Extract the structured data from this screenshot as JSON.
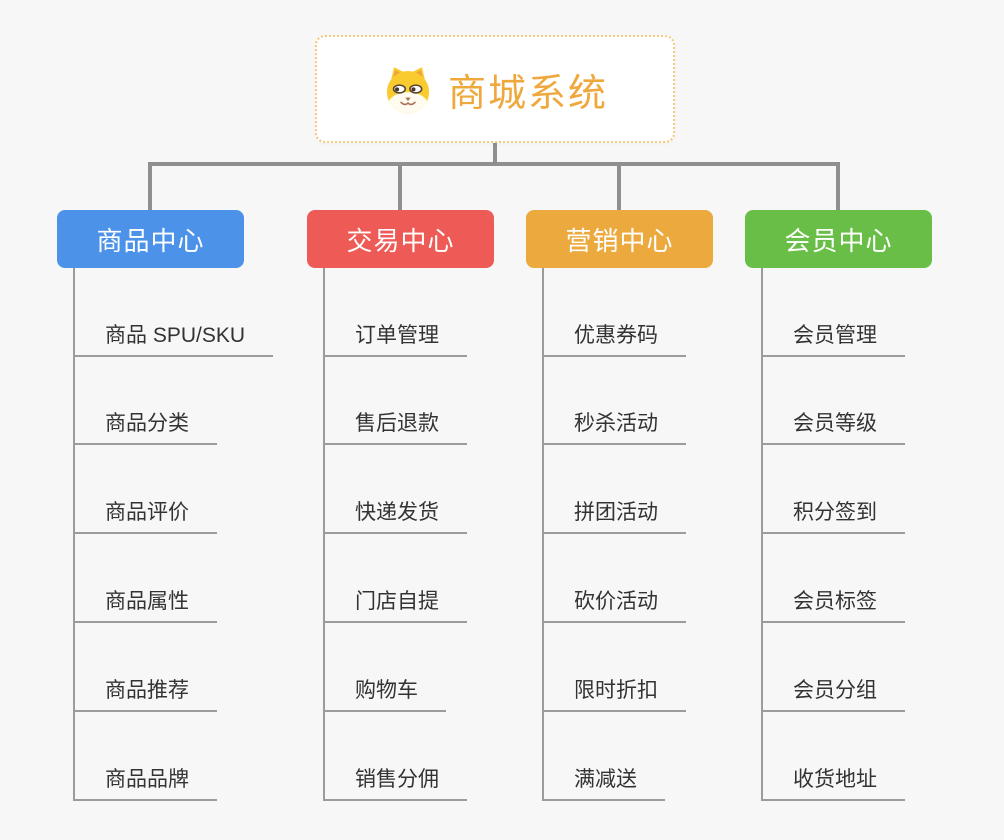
{
  "page": {
    "background_color": "#f7f7f7",
    "connector_color": "#8f8f8f",
    "leaf_line_color": "#9b9b9b",
    "leaf_text_color": "#333333"
  },
  "root": {
    "title": "商城系统",
    "icon": "dog-face-icon",
    "text_color": "#efa83c",
    "border_color": "#f6c77d"
  },
  "branches": [
    {
      "title": "商品中心",
      "color": "#4b92e8",
      "items": [
        "商品 SPU/SKU",
        "商品分类",
        "商品评价",
        "商品属性",
        "商品推荐",
        "商品品牌"
      ]
    },
    {
      "title": "交易中心",
      "color": "#ee5a55",
      "items": [
        "订单管理",
        "售后退款",
        "快递发货",
        "门店自提",
        "购物车",
        "销售分佣"
      ]
    },
    {
      "title": "营销中心",
      "color": "#eba93e",
      "items": [
        "优惠券码",
        "秒杀活动",
        "拼团活动",
        "砍价活动",
        "限时折扣",
        "满减送"
      ]
    },
    {
      "title": "会员中心",
      "color": "#68be46",
      "items": [
        "会员管理",
        "会员等级",
        "积分签到",
        "会员标签",
        "会员分组",
        "收货地址"
      ]
    }
  ]
}
